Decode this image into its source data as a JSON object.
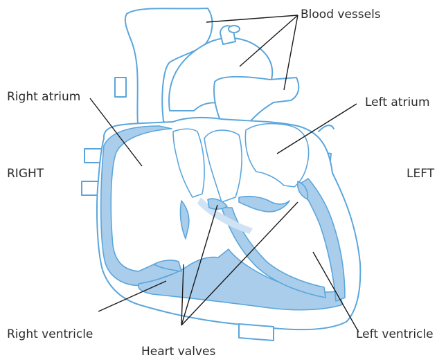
{
  "diagram": {
    "labels": {
      "blood_vessels": "Blood vessels",
      "right_atrium": "Right atrium",
      "left_atrium": "Left atrium",
      "right_side": "RIGHT",
      "left_side": "LEFT",
      "right_ventricle": "Right ventricle",
      "left_ventricle": "Left ventricle",
      "heart_valves": "Heart valves"
    },
    "colors": {
      "outline": "#5aa6dc",
      "wall_fill": "#a9cdea",
      "septum_shade": "#cfe3f4",
      "leader": "#1a1a1a",
      "text": "#2b2b2b"
    }
  }
}
